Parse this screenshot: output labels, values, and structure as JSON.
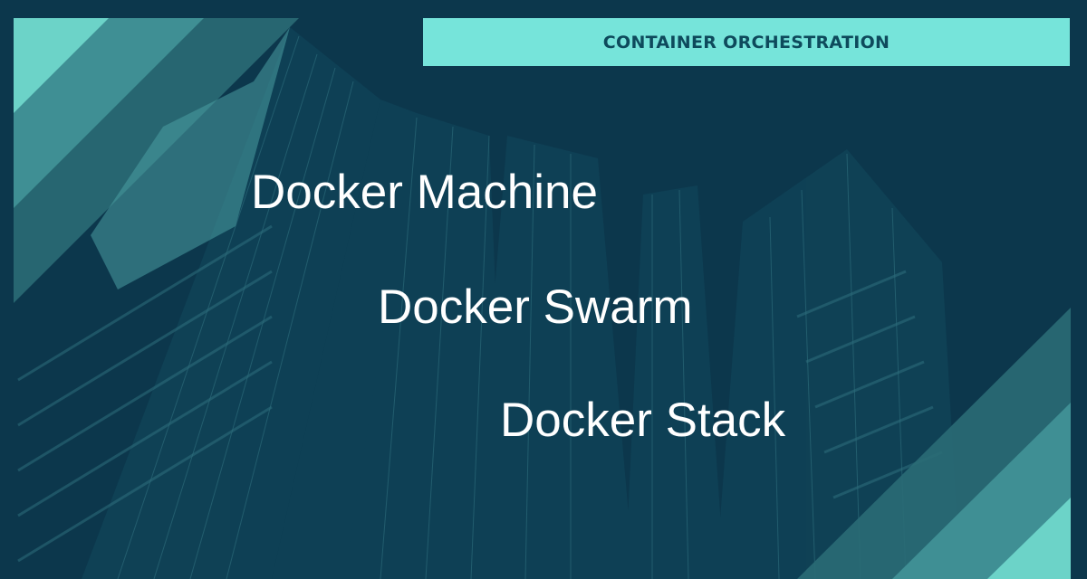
{
  "banner": {
    "label": "CONTAINER ORCHESTRATION",
    "background": "#76e4da",
    "text_color": "#0e4a5c"
  },
  "headlines": [
    {
      "text": "Docker Machine"
    },
    {
      "text": "Docker Swarm"
    },
    {
      "text": "Docker Stack"
    }
  ],
  "colors": {
    "background": "#0c374c",
    "accent_light": "#6cd3c8",
    "accent_mid": "#3f8f94",
    "accent_dark": "#2a6b76"
  }
}
